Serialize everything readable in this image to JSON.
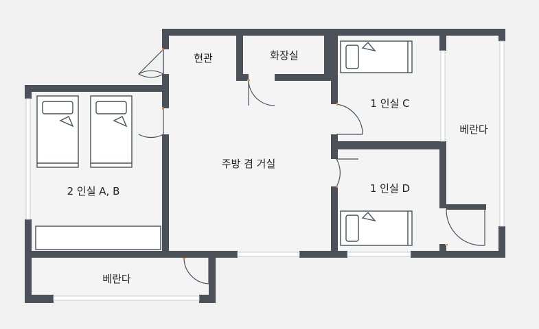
{
  "floor_plan": {
    "rooms": {
      "entrance": "현관",
      "bathroom": "화장실",
      "room_c": "1 인실 C",
      "balcony_right": "베란다",
      "living": "주방 겸 거실",
      "room_ab": "2 인실 A, B",
      "room_d": "1 인실 D",
      "balcony_bottom": "베란다"
    },
    "colors": {
      "wall": "#4b5059",
      "background": "#f1f1f2",
      "door_hinge": "#e8944a"
    }
  }
}
